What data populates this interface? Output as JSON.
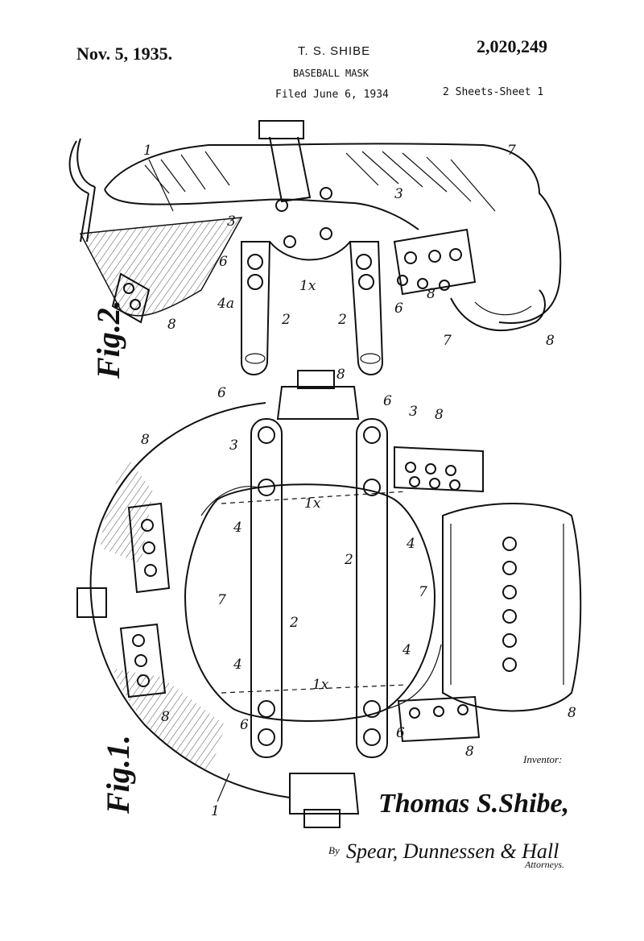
{
  "header": {
    "date": "Nov. 5, 1935.",
    "inventor_name": "T. S. SHIBE",
    "patent_number": "2,020,249",
    "title": "BASEBALL MASK",
    "filed": "Filed June 6, 1934",
    "sheets": "2 Sheets-Sheet 1"
  },
  "figures": {
    "fig1_label": "Fig.1.",
    "fig2_label": "Fig.2."
  },
  "fig2_labels": {
    "l1": "1",
    "l7a": "7",
    "l3a": "3",
    "l3b": "3",
    "l6a": "6",
    "l1x": "1x",
    "l4a": "4a",
    "l2a": "2",
    "l2b": "2",
    "l6b": "6",
    "l8a": "8",
    "l8b": "8",
    "l8c": "8",
    "l7b": "7"
  },
  "fig1_labels": {
    "l8top": "8",
    "l6a": "6",
    "l6b": "6",
    "l3a": "3",
    "l8tr": "8",
    "l8left": "8",
    "l3b": "3",
    "l4a": "4",
    "l1xa": "1x",
    "l4b": "4",
    "l2a": "2",
    "l7a": "7",
    "l7b": "7",
    "l2b": "2",
    "l4c": "4",
    "l4d": "4",
    "l1xb": "1x",
    "l8bl": "8",
    "l6c": "6",
    "l6d": "6",
    "l8br": "8",
    "l8right": "8",
    "l1": "1"
  },
  "signature": {
    "inventor_label": "Inventor:",
    "inventor": "Thomas S.Shibe,",
    "by": "By",
    "attorneys": "Spear, Dunnessen & Hall",
    "attorneys_label": "Attorneys."
  }
}
